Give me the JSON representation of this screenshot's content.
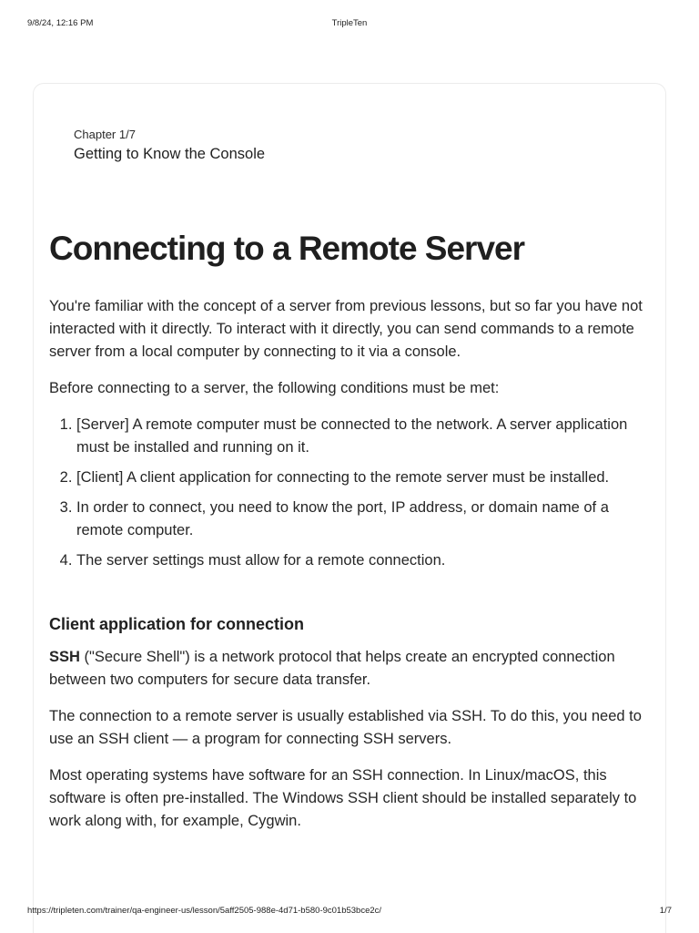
{
  "print_header": {
    "datetime": "9/8/24, 12:16 PM",
    "site_title": "TripleTen"
  },
  "print_footer": {
    "url": "https://tripleten.com/trainer/qa-engineer-us/lesson/5aff2505-988e-4d71-b580-9c01b53bce2c/",
    "page_number": "1/7"
  },
  "chapter": {
    "label": "Chapter 1/7",
    "title": "Getting to Know the Console"
  },
  "lesson": {
    "title": "Connecting to a Remote Server",
    "intro": "You're familiar with the concept of a server from previous lessons, but so far you have not interacted with it directly. To interact with it directly, you can send commands to a remote server from a local computer by connecting to it via a console.",
    "conditions_intro": "Before connecting to a server, the following conditions must be met:",
    "conditions": [
      "[Server] A remote computer must be connected to the network. A server application must be installed and running on it.",
      "[Client] A client application for connecting to the remote server must be installed.",
      "In order to connect, you need to know the port, IP address, or domain name of a remote computer.",
      "The server settings must allow for a remote connection."
    ],
    "section_heading": "Client application for connection",
    "ssh_term": "SSH",
    "ssh_definition": " (\"Secure Shell\") is a network protocol that helps create an encrypted connection between two computers for secure data transfer.",
    "ssh_paragraph": "The connection to a remote server is usually established via SSH. To do this, you need to use an SSH client — a program for connecting SSH servers.",
    "os_paragraph": "Most operating systems have software for an SSH connection. In Linux/macOS, this software is often pre-installed. The Windows SSH client should be installed separately to work along with, for example, Cygwin."
  }
}
